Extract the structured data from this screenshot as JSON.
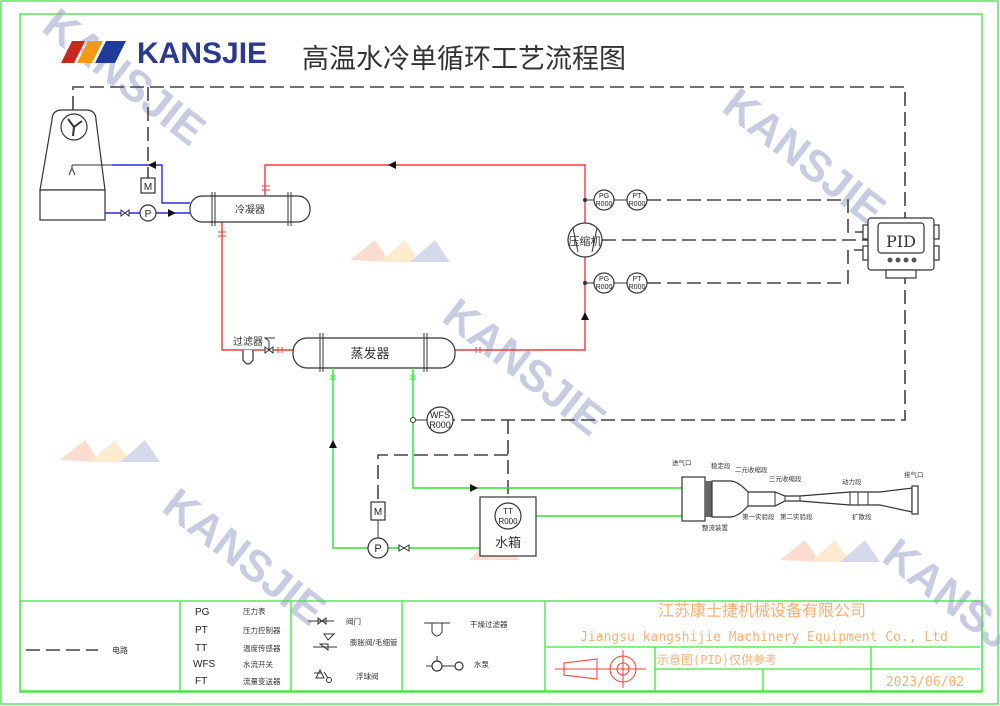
{
  "header": {
    "brand": "KANSJIE",
    "title": "高温水冷单循环工艺流程图"
  },
  "watermark": "KANSJIE",
  "equipment": {
    "condenser": "冷凝器",
    "evaporator": "蒸发器",
    "compressor": "压缩机",
    "filter": "过滤器",
    "tank": "水箱",
    "pid": "PID",
    "motor": "M",
    "pump": "P"
  },
  "instruments": {
    "pg_top": {
      "tag": "PG",
      "value": "R000"
    },
    "pt_top": {
      "tag": "PT",
      "value": "R000"
    },
    "pg_bottom": {
      "tag": "PG",
      "value": "R000"
    },
    "pt_bottom": {
      "tag": "PT",
      "value": "R000"
    },
    "wfs": {
      "tag": "WFS",
      "value": "R000"
    },
    "tt": {
      "tag": "TT",
      "value": "R000"
    }
  },
  "wind_tunnel": {
    "inlet": "进气口",
    "settling": "稳定段",
    "contraction2d": "二元收缩段",
    "contraction3d": "三元收缩段",
    "power": "动力段",
    "outlet": "排气口",
    "test1": "第一实验段",
    "test2": "第二实验段",
    "diffuser": "扩散段",
    "honeycomb": "整流装置"
  },
  "legend": {
    "circuit": "电路",
    "codes": [
      {
        "code": "PG",
        "desc": "压力表"
      },
      {
        "code": "PT",
        "desc": "压力控制器"
      },
      {
        "code": "TT",
        "desc": "温度传感器"
      },
      {
        "code": "WFS",
        "desc": "水流开关"
      },
      {
        "code": "FT",
        "desc": "流量变送器"
      }
    ],
    "valve": "阀门",
    "expansion_valve": "膨胀阀/毛细管",
    "float_valve": "浮球阀",
    "dry_filter": "干燥过滤器",
    "water_pump": "水泵"
  },
  "title_block": {
    "company_cn": "江苏康士捷机械设备有限公司",
    "company_en": "Jiangsu kangshijie Machinery Equipment Co., Ltd",
    "note": "示意图(PID)仅供参考",
    "date": "2023/06/02"
  },
  "colors": {
    "refrigerant": "#f03c3c",
    "cooling_water": "#2b2bdc",
    "chilled_water": "#2ee02e",
    "brand": "#2b3a8f"
  }
}
